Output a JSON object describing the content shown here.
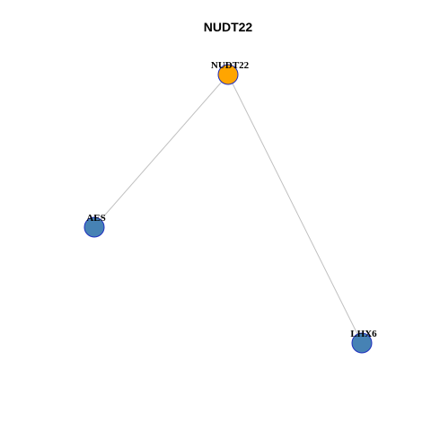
{
  "title": "NUDT22",
  "colors": {
    "hub": "#ffa500",
    "neighbor": "#4682b4",
    "border": "#1f2fbf",
    "edge": "#c0c0c0"
  },
  "nodes": [
    {
      "id": "NUDT22",
      "label": "NUDT22",
      "role": "hub"
    },
    {
      "id": "AES",
      "label": "AES",
      "role": "neighbor"
    },
    {
      "id": "LHX6",
      "label": "LHX6",
      "role": "neighbor"
    }
  ],
  "edges": [
    {
      "source": "NUDT22",
      "target": "AES"
    },
    {
      "source": "NUDT22",
      "target": "LHX6"
    }
  ]
}
